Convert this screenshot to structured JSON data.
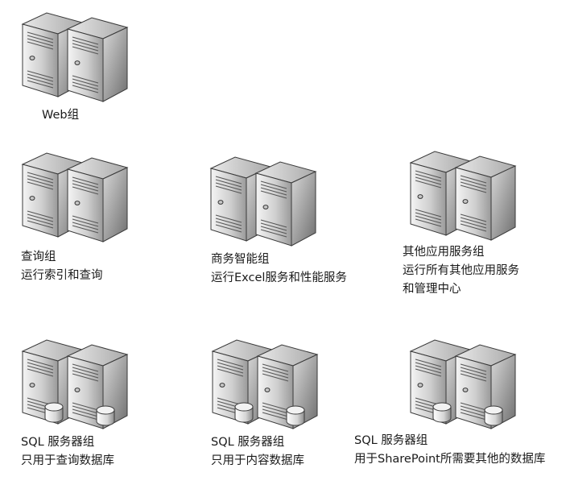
{
  "groups": [
    {
      "id": "web",
      "lines": [
        "Web组"
      ],
      "has_db": false
    },
    {
      "id": "query",
      "lines": [
        "查询组",
        "运行索引和查询"
      ],
      "has_db": false
    },
    {
      "id": "bi",
      "lines": [
        "商务智能组",
        "运行Excel服务和性能服务"
      ],
      "has_db": false
    },
    {
      "id": "other-app",
      "lines": [
        "其他应用服务组",
        "运行所有其他应用服务",
        "和管理中心"
      ],
      "has_db": false
    },
    {
      "id": "sql-query",
      "lines": [
        "SQL 服务器组",
        "只用于查询数据库"
      ],
      "has_db": true
    },
    {
      "id": "sql-content",
      "lines": [
        "SQL 服务器组",
        "只用于内容数据库"
      ],
      "has_db": true
    },
    {
      "id": "sql-other",
      "lines": [
        "SQL 服务器组",
        "用于SharePoint所需要其他的数据库"
      ],
      "has_db": true
    }
  ]
}
